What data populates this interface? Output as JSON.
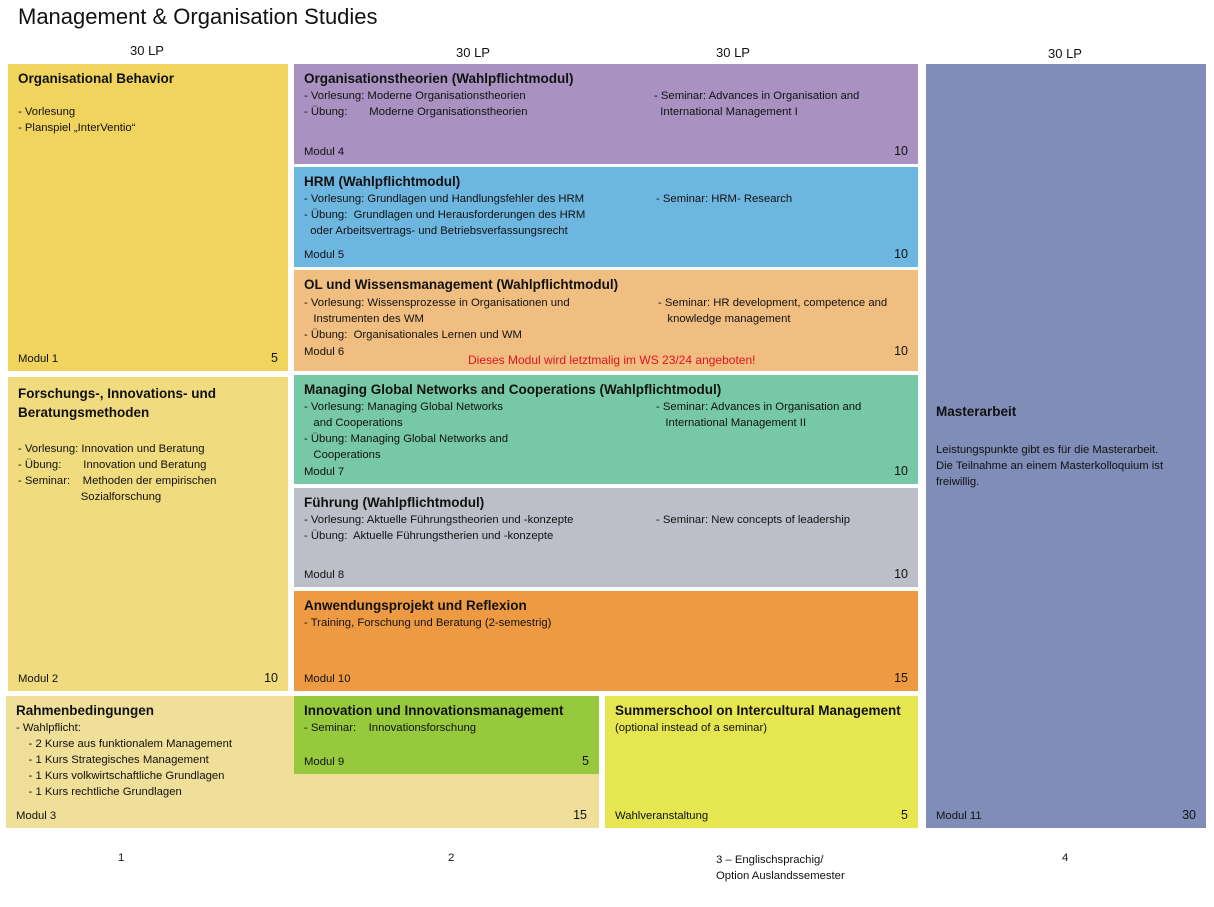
{
  "title": "Management & Organisation Studies",
  "lp_headers": [
    "30 LP",
    "30 LP",
    "30 LP",
    "30 LP"
  ],
  "semesters": [
    "1",
    "2",
    "3 – Englischsprachig/\nOption Auslandssemester",
    "4"
  ],
  "modules": {
    "m1": {
      "title": "Organisational Behavior",
      "lines": "- Vorlesung\n- Planspiel „InterVentio“",
      "modul": "Modul 1",
      "lp": "5",
      "color": "#f0d45e"
    },
    "m2": {
      "title": "Forschungs-, Innovations- und\nBeratungsmethoden",
      "lines": "- Vorlesung: Innovation und Beratung\n- Übung:       Innovation und Beratung\n- Seminar:    Methoden der empirischen\n                    Sozialforschung",
      "modul": "Modul 2",
      "lp": "10",
      "color": "#f0dc7e"
    },
    "m3": {
      "title": "Rahmenbedingungen",
      "lines": "- Wahlpflicht:\n    - 2 Kurse aus funktionalem Management\n    - 1 Kurs Strategisches Management\n    - 1 Kurs volkwirtschaftliche Grundlagen\n    - 1 Kurs rechtliche Grundlagen",
      "modul": "Modul 3",
      "lp": "15",
      "color": "#efdf98"
    },
    "m4": {
      "title": "Organisationstheorien (Wahlpflichtmodul)",
      "left": "- Vorlesung: Moderne Organisationstheorien\n- Übung:       Moderne Organisationstheorien",
      "right": "- Seminar: Advances in Organisation and\n  International Management I",
      "modul": "Modul 4",
      "lp": "10",
      "color": "#a992c1"
    },
    "m5": {
      "title": "HRM (Wahlpflichtmodul)",
      "left": "- Vorlesung: Grundlagen und Handlungsfehler des HRM\n- Übung:  Grundlagen und Herausforderungen des HRM\n  oder Arbeitsvertrags- und Betriebsverfassungsrecht",
      "right": "- Seminar: HRM- Research",
      "modul": "Modul 5",
      "lp": "10",
      "color": "#6db6e0"
    },
    "m6": {
      "title": "OL und Wissensmanagement (Wahlpflichtmodul)",
      "left": "- Vorlesung: Wissensprozesse in Organisationen und\n   Instrumenten des WM\n- Übung:  Organisationales Lernen und WM",
      "right": "- Seminar: HR development, competence and\n   knowledge management",
      "notice": "Dieses Modul wird letztmalig im WS 23/24 angeboten!",
      "modul": "Modul 6",
      "lp": "10",
      "color": "#f0be80"
    },
    "m7": {
      "title": "Managing Global Networks and Cooperations (Wahlpflichtmodul)",
      "left": "- Vorlesung: Managing Global Networks\n   and Cooperations\n- Übung: Managing Global Networks and\n   Cooperations",
      "right": "- Seminar: Advances in Organisation and\n   International Management II",
      "modul": "Modul 7",
      "lp": "10",
      "color": "#76c8a6"
    },
    "m8": {
      "title": "Führung (Wahlpflichtmodul)",
      "left": "- Vorlesung: Aktuelle Führungstheorien und -konzepte\n- Übung:  Aktuelle Führungstherien und -konzepte",
      "right": "- Seminar: New concepts of leadership",
      "modul": "Modul 8",
      "lp": "10",
      "color": "#bcbfc8"
    },
    "m9": {
      "title": "Innovation und Innovationsmanagement",
      "lines": "- Seminar:    Innovationsforschung",
      "modul": "Modul 9",
      "lp": "5",
      "color": "#96c93c"
    },
    "m10": {
      "title": "Anwendungsprojekt und Reflexion",
      "lines": "- Training, Forschung und Beratung (2-semestrig)",
      "modul": "Modul 10",
      "lp": "15",
      "color": "#ee9a43"
    },
    "summer": {
      "title": "Summerschool on Intercultural Management",
      "lines": "(optional instead of a seminar)",
      "modul": "Wahlveranstaltung",
      "lp": "5",
      "color": "#e5e650"
    },
    "m11": {
      "title": "Masterarbeit",
      "lines": "Leistungspunkte gibt es für die Masterarbeit.\nDie Teilnahme an einem Masterkolloquium ist\nfreiwillig.",
      "modul": "Modul 11",
      "lp": "30",
      "color": "#7f8db8"
    }
  },
  "notice_color": "#e0141e"
}
